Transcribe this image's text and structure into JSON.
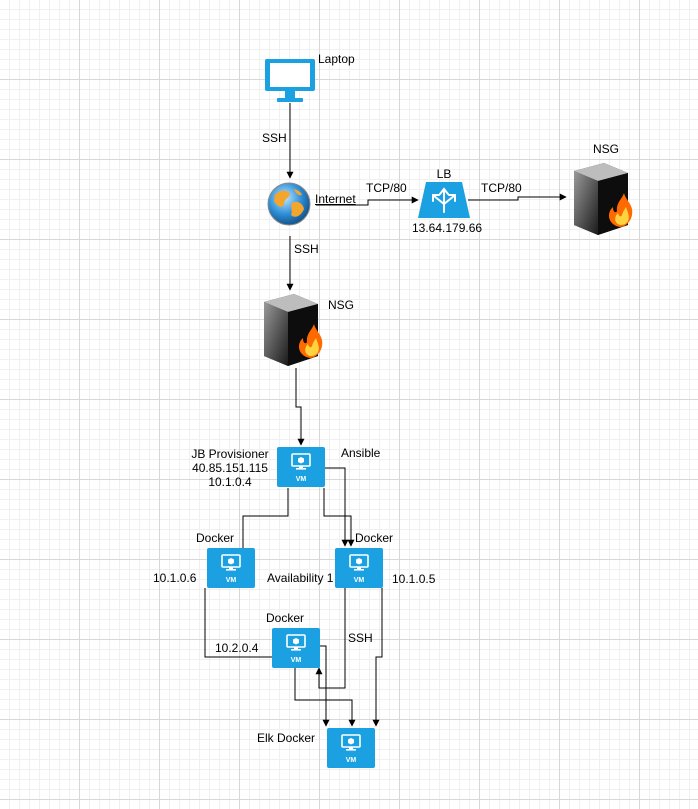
{
  "diagram": {
    "nodes": {
      "laptop": {
        "label": "Laptop",
        "icon": "monitor-icon"
      },
      "internet": {
        "label": "Internet",
        "icon": "globe-icon"
      },
      "lb": {
        "label": "LB",
        "ip": "13.64.179.66",
        "icon": "load-balancer-icon"
      },
      "nsg_right": {
        "label": "NSG",
        "icon": "firewall-icon"
      },
      "nsg_mid": {
        "label": "NSG",
        "icon": "firewall-icon"
      },
      "jb": {
        "label": "JB Provisioner",
        "ip_public": "40.85.151.115",
        "ip_private": "10.1.0.4",
        "badge": "VM"
      },
      "docker_left": {
        "label": "Docker",
        "ip": "10.1.0.6",
        "badge": "VM"
      },
      "docker_right": {
        "label": "Docker",
        "ip": "10.1.0.5",
        "badge": "VM"
      },
      "docker_bottom": {
        "label": "Docker",
        "ip": "10.2.0.4",
        "badge": "VM"
      },
      "elk": {
        "label": "Elk Docker",
        "badge": "VM"
      }
    },
    "edges": {
      "laptop_internet": "SSH",
      "internet_lb": "TCP/80",
      "lb_nsg": "TCP/80",
      "internet_nsg": "SSH",
      "jb_ansible": "Ansible",
      "docker_elk_ssh": "SSH"
    },
    "group_label": "Availability 1",
    "colors": {
      "vm": "#1ba1e2",
      "lb": "#1ba1e2",
      "monitor": "#1ba1e2",
      "line": "#000000",
      "nsg_flame": "#ff6a00"
    }
  }
}
